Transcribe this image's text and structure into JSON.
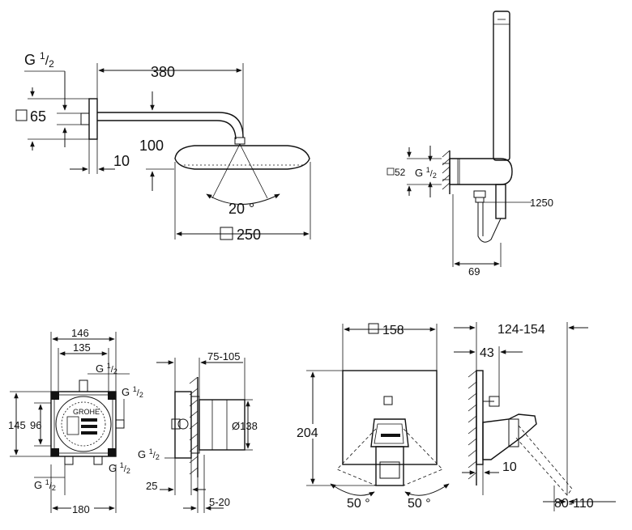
{
  "shower_arm": {
    "arm_length": "380",
    "thread_label": "G",
    "thread_sup": "1",
    "thread_sub": "2",
    "flange": "65",
    "drop": "100",
    "wall_offset": "10",
    "tilt": "20",
    "head_size": "250"
  },
  "hand_shower": {
    "flange": "52",
    "thread_label": "G",
    "thread_sup": "1",
    "thread_sub": "2",
    "hose_length": "1250",
    "projection": "69"
  },
  "box_front": {
    "width_outer": "146",
    "width_inner": "135",
    "height_outer": "145",
    "height_inner": "96",
    "bottom_width": "180",
    "thread_label": "G",
    "thread_sup": "1",
    "thread_sub": "2",
    "brand": "GROHE"
  },
  "box_side": {
    "depth": "75-105",
    "diameter": "138",
    "offset": "25",
    "range": "5-20",
    "thread_label": "G",
    "thread_sup": "1",
    "thread_sub": "2"
  },
  "trim_front": {
    "width": "158",
    "height": "204",
    "angle_left": "50",
    "angle_right": "50"
  },
  "trim_side": {
    "depth": "124-154",
    "handle": "43",
    "offset": "10",
    "range": "80-110"
  }
}
